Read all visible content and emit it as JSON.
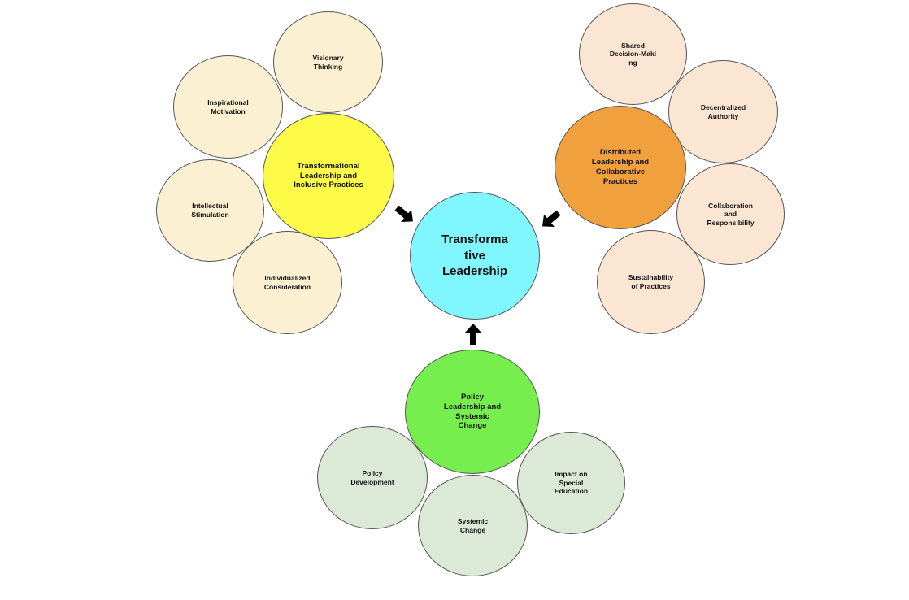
{
  "center": {
    "label": "Transforma\ntive\nLeadership",
    "color": "#80f7ff"
  },
  "clusters": [
    {
      "hub": {
        "label": "Transformational\nLeadership and\nInclusive Practices",
        "color": "#fdfa48"
      },
      "leaf_color": "#fcf0d2",
      "leaves": [
        "Visionary\nThinking",
        "Inspirational\nMotivation",
        "Intellectual\nStimulation",
        "Individualized\nConsideration"
      ]
    },
    {
      "hub": {
        "label": "Distributed\nLeadership and\nCollaborative\nPractices",
        "color": "#f1a03e"
      },
      "leaf_color": "#fbe6d4",
      "leaves": [
        "Shared\nDecision-Maki\nng",
        "Decentralized\nAuthority",
        "Collaboration\nand\nResponsibility",
        "Sustainability\nof Practices"
      ]
    },
    {
      "hub": {
        "label": "Policy\nLeadership and\nSystemic\nChange",
        "color": "#76ef4e"
      },
      "leaf_color": "#dde9d7",
      "leaves": [
        "Policy\nDevelopment",
        "Systemic\nChange",
        "Impact on\nSpecial\nEducation"
      ]
    }
  ]
}
